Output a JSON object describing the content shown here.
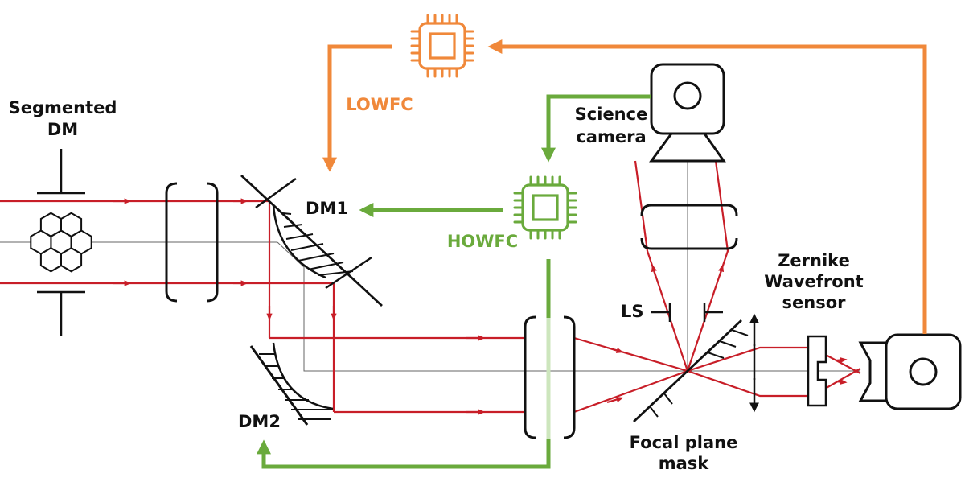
{
  "labels": {
    "segmented_dm_1": "Segmented",
    "segmented_dm_2": "DM",
    "dm1": "DM1",
    "dm2": "DM2",
    "lowfc": "LOWFC",
    "howfc": "HOWFC",
    "science_1": "Science",
    "science_2": "camera",
    "zernike_1": "Zernike",
    "zernike_2": "Wavefront",
    "zernike_3": "sensor",
    "ls": "LS",
    "focal_1": "Focal plane",
    "focal_2": "mask"
  },
  "colors": {
    "beam": "#c81e28",
    "low_loop": "#f0883a",
    "high_loop": "#6aaa3c",
    "ink": "#111111",
    "axis": "#555555"
  },
  "icons": {
    "lowfc_chip": "cpu-chip-icon",
    "howfc_chip": "cpu-chip-icon",
    "science_camera": "camera-icon",
    "zernike_camera": "camera-icon"
  }
}
